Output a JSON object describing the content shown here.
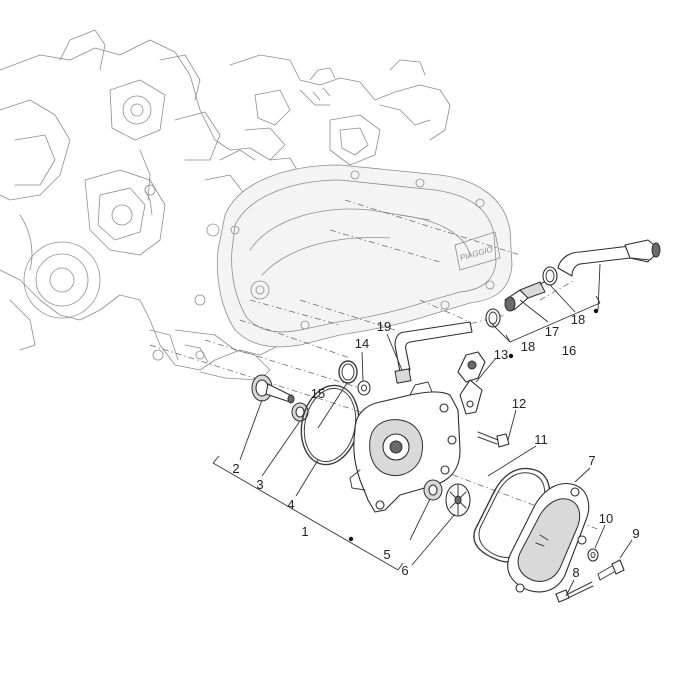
{
  "callouts": {
    "n1": "1",
    "n2": "2",
    "n3": "3",
    "n4": "4",
    "n5": "5",
    "n6": "6",
    "n7": "7",
    "n8": "8",
    "n9": "9",
    "n10": "10",
    "n11": "11",
    "n12": "12",
    "n13": "13",
    "n14": "14",
    "n15": "15",
    "n16": "16",
    "n17": "17",
    "n18a": "18",
    "n18b": "18",
    "n19": "19"
  },
  "engine_cover_logo": "PIAGGIO"
}
